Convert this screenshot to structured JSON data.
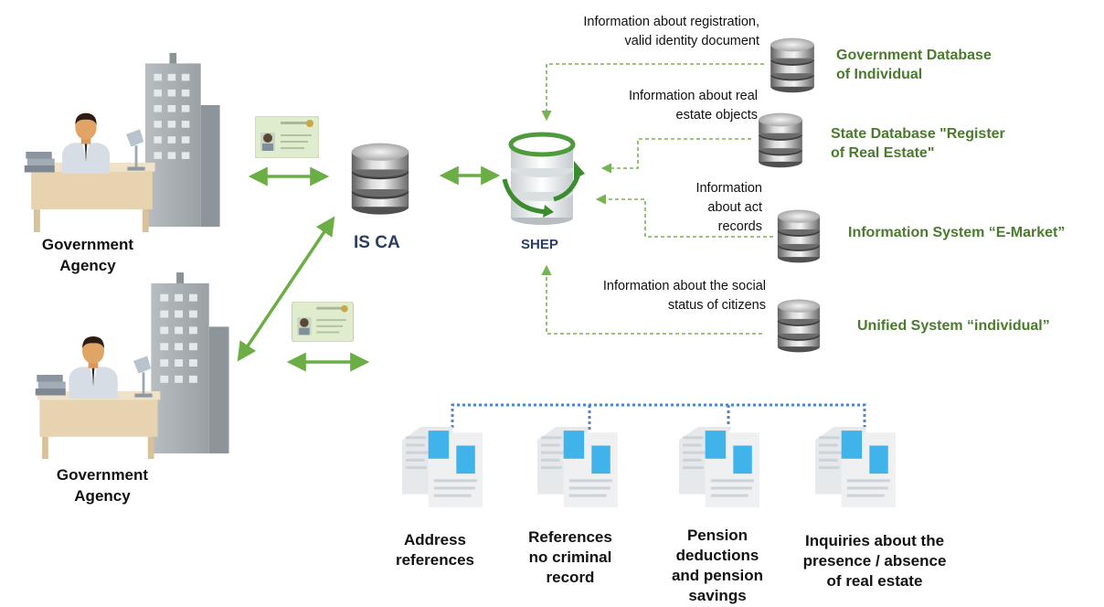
{
  "agencies": [
    {
      "label_line1": "Government",
      "label_line2": "Agency"
    },
    {
      "label_line1": "Government",
      "label_line2": "Agency"
    }
  ],
  "hubs": {
    "isca": "IS CA",
    "shep": "SHEP"
  },
  "databases": [
    {
      "name_line1": "Government Database",
      "name_line2": "of Individual",
      "info_lines": [
        "Information about registration,",
        "valid identity document"
      ]
    },
    {
      "name_line1": "State Database \"Register",
      "name_line2": "of  Real Estate\"",
      "info_lines": [
        "Information about real",
        "estate objects"
      ]
    },
    {
      "name_line1": "Information System “E-Market”",
      "name_line2": "",
      "info_lines": [
        "Information",
        "about act",
        "records"
      ]
    },
    {
      "name_line1": "Unified System “individual”",
      "name_line2": "",
      "info_lines": [
        "Information about the social",
        "status of citizens"
      ]
    }
  ],
  "documents": [
    {
      "lines": [
        "Address",
        "references"
      ]
    },
    {
      "lines": [
        "References",
        "no criminal",
        "record"
      ]
    },
    {
      "lines": [
        "Pension",
        "deductions",
        "and pension",
        "savings"
      ]
    },
    {
      "lines": [
        "Inquiries about the",
        "presence / absence",
        "of real estate"
      ]
    }
  ],
  "colors": {
    "arrow_green": "#6aae45",
    "dashed_green": "#77b352",
    "db_title_green": "#4a7a2c",
    "dotted_blue": "#4a86c8",
    "desk": "#e8d3b0",
    "building": "#a9b0b4",
    "doc_accent": "#3fb3ea"
  }
}
